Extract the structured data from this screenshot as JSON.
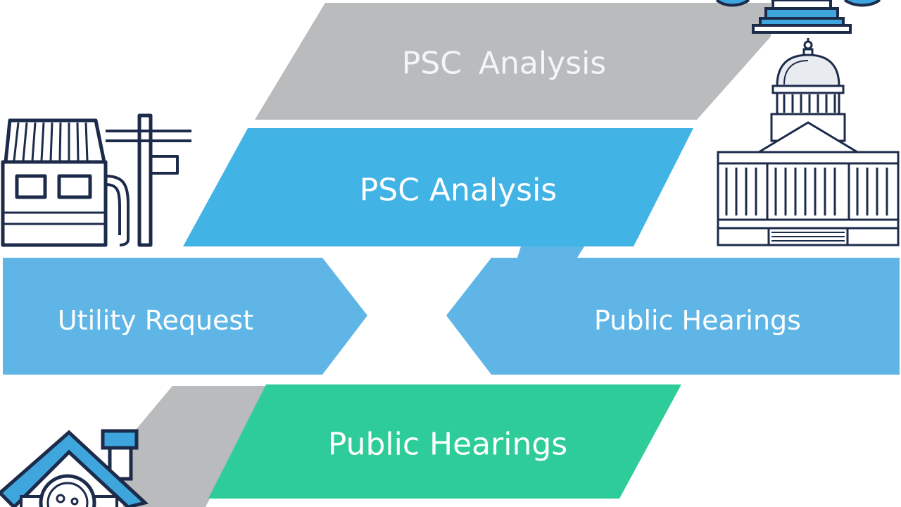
{
  "colors": {
    "gray_band": "#b9bbbd",
    "blue_band": "#42b3e5",
    "light_blue_band": "#5fb6e6",
    "green_band": "#2ecc98",
    "icon_stroke": "#1d2b4b",
    "icon_accent": "#3ea6dd"
  },
  "steps": {
    "top": {
      "label": "PSC  Analysis"
    },
    "analysis": {
      "label": "PSC Analysis"
    },
    "utility_request": {
      "label": "Utility Request"
    },
    "hearings_right": {
      "label": "Public Hearings"
    },
    "hearings_bottom": {
      "label": "Public Hearings"
    }
  },
  "icons": [
    "utility-building-icon",
    "capitol-building-icon",
    "scales-icon",
    "home-meter-icon"
  ]
}
